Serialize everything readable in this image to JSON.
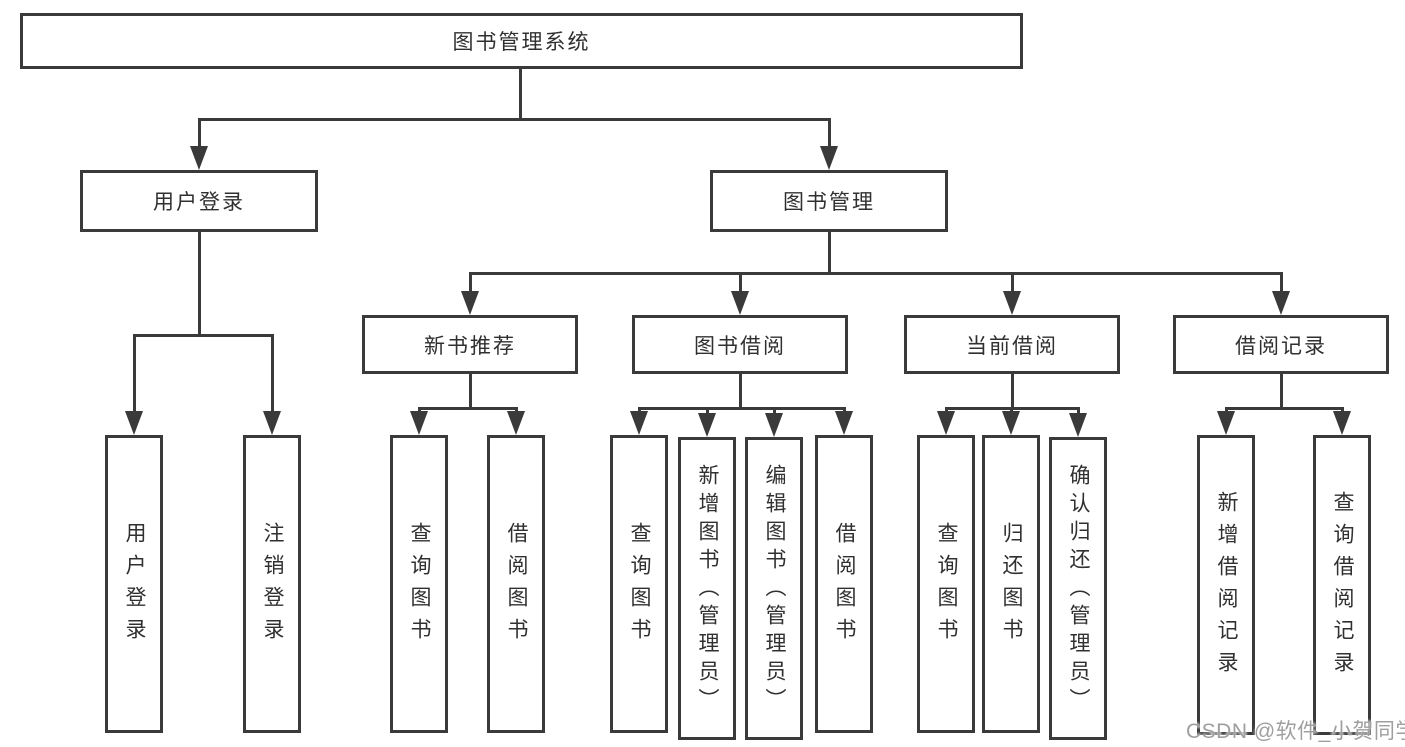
{
  "diagram_type": "hierarchy-tree",
  "title": "图书管理系统",
  "level2": [
    {
      "label": "用户登录"
    },
    {
      "label": "图书管理"
    }
  ],
  "level3": [
    {
      "label": "新书推荐"
    },
    {
      "label": "图书借阅"
    },
    {
      "label": "当前借阅"
    },
    {
      "label": "借阅记录"
    }
  ],
  "leaves": {
    "user": [
      "用户登录",
      "注销登录"
    ],
    "recommend": [
      "查询图书",
      "借阅图书"
    ],
    "borrow": [
      "查询图书",
      "新增图书（管理员）",
      "编辑图书（管理员）",
      "借阅图书"
    ],
    "current": [
      "查询图书",
      "归还图书",
      "确认归还（管理员）"
    ],
    "records": [
      "新增借阅记录",
      "查询借阅记录"
    ]
  },
  "watermark": "CSDN @软件_小贺同学",
  "colors": {
    "line": "#3a3a3a",
    "text": "#303030",
    "watermark": "#9f9f9f",
    "background": "#ffffff"
  }
}
